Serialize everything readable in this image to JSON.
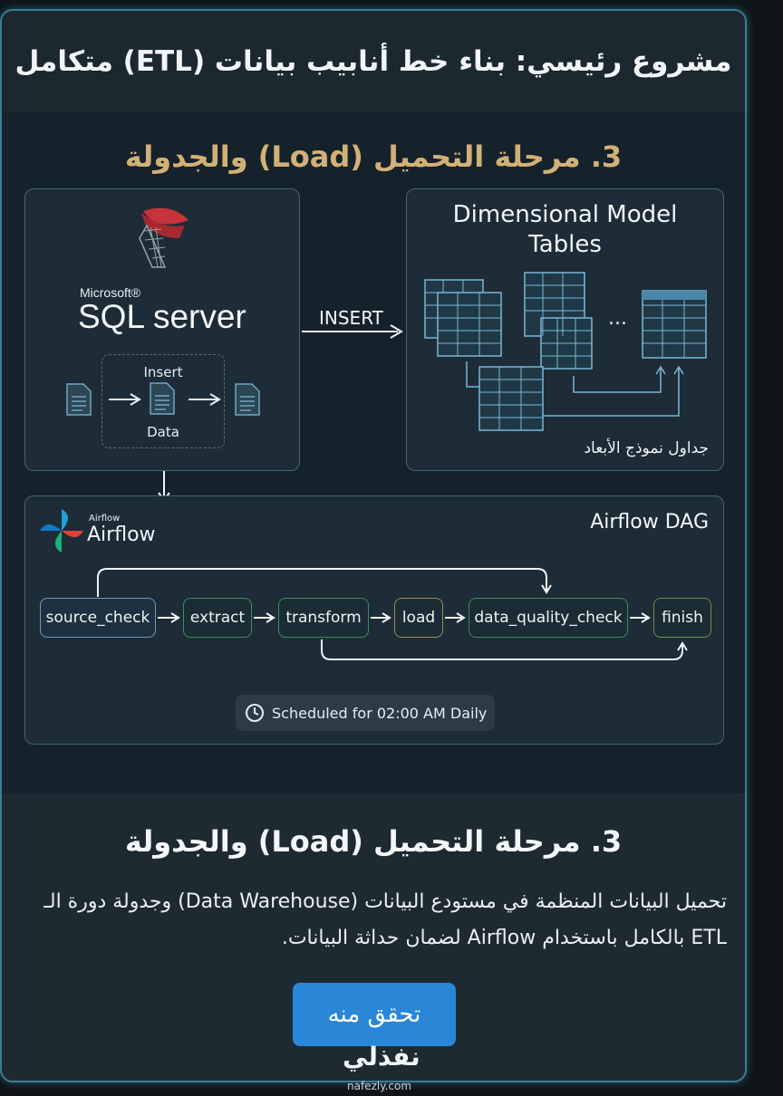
{
  "header": {
    "title": "مشروع رئيسي: بناء خط أنابيب بيانات (ETL) متكامل"
  },
  "diagram": {
    "section_heading": "3. مرحلة التحميل (Load) والجدولة",
    "sql_panel": {
      "logo_icon": "sql-server-logo",
      "brand_small": "Microsoft®",
      "brand_big": "SQL server",
      "insert_box_top": "Insert",
      "insert_box_bottom": "Data"
    },
    "insert_arrow_label": "INSERT",
    "dim_panel": {
      "title_line1": "Dimensional Model",
      "title_line2": "Tables",
      "ellipsis": "...",
      "caption": "جداول نموذج الأبعاد"
    },
    "dag_panel": {
      "logo_small": "Airflow",
      "logo_big": "Airflow",
      "title": "Airflow DAG",
      "nodes": [
        "source_check",
        "extract",
        "transform",
        "load",
        "data_quality_check",
        "finish"
      ],
      "schedule": "Scheduled for 02:00 AM Daily"
    }
  },
  "info": {
    "heading": "3. مرحلة التحميل (Load) والجدولة",
    "description": "تحميل البيانات المنظمة في مستودع البيانات (Data Warehouse) وجدولة دورة الـ ETL بالكامل باستخدام Airflow لضمان حداثة البيانات.",
    "button_label": "تحقق منه"
  },
  "watermark": {
    "brand_ar": "نفذلي",
    "brand_en": "nafezly.com"
  },
  "colors": {
    "accent_gold": "#d2b178",
    "button_blue": "#2a86d6",
    "frame_cyan": "#3c7d93",
    "node_green": "#3f8c5a"
  }
}
